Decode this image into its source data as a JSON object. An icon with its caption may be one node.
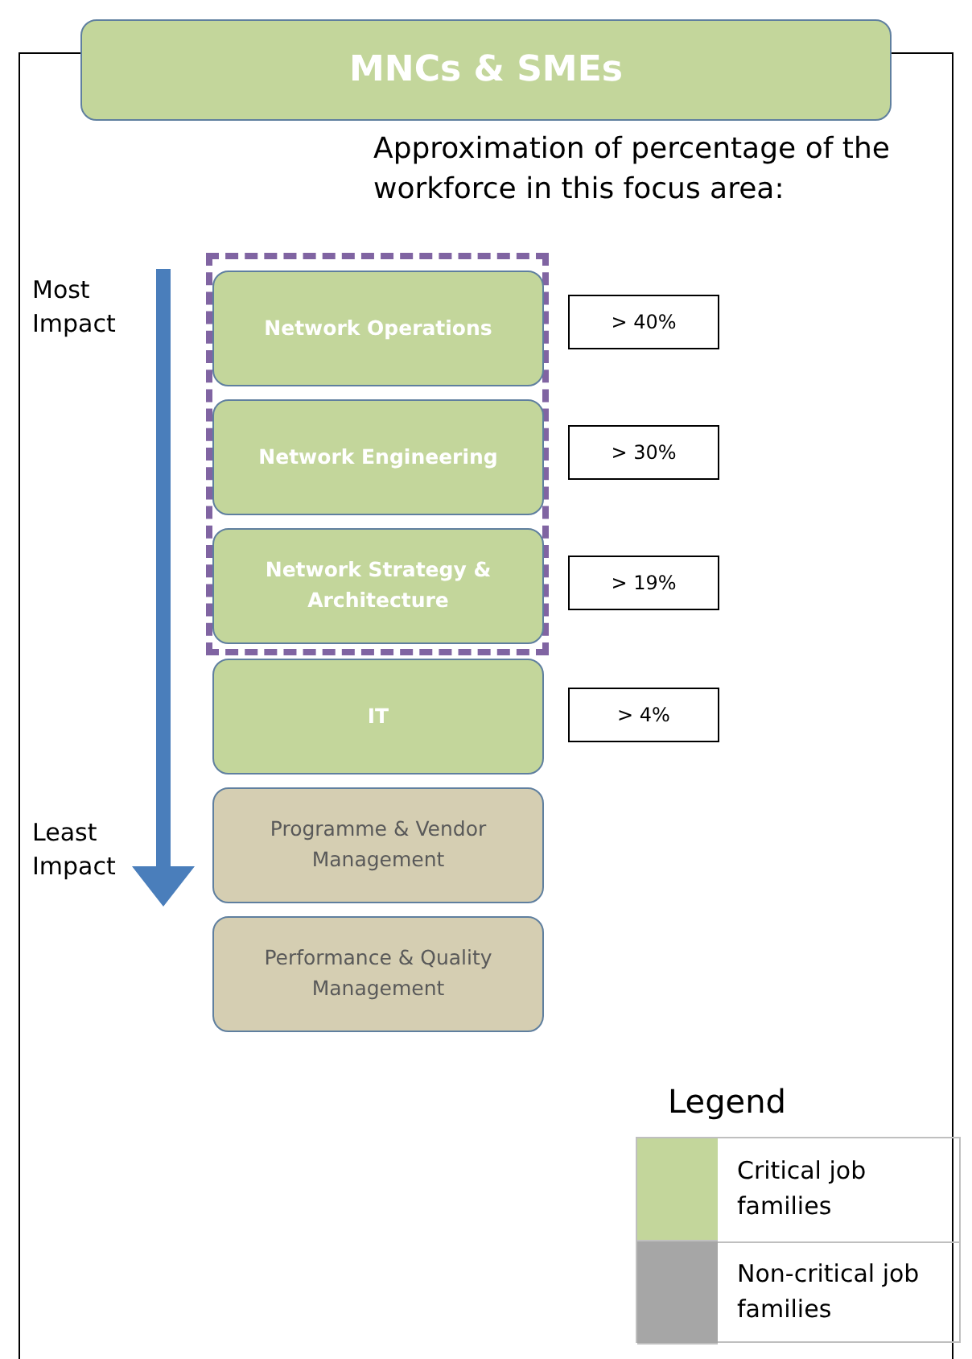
{
  "diagram": {
    "title": "MNCs & SMEs",
    "nodes": [
      {
        "text": [],
        "shape": "box"
      },
      {
        "text": [
          "Network Operations"
        ],
        "in": 0
      },
      {
        "text": [
          "> 40%"
        ]
      },
      {
        "text": [
          "Network Engineering"
        ],
        "in": 0
      },
      {
        "text": [
          "> 30%"
        ]
      },
      {
        "text": [
          "Network Strategy & Architecture"
        ],
        "in": 0
      },
      {
        "text": [
          "> 19%"
        ]
      },
      {
        "text": [
          "IT"
        ]
      },
      {
        "text": [
          "> 4%"
        ]
      },
      {
        "text": [
          "Programme & Vendor Management"
        ]
      },
      {
        "text": [
          "Performance & Quality Management"
        ]
      }
    ],
    "edges": [],
    "labels": [
      "Approximation of percentage of the workforce in this focus area:",
      "Most Impact",
      "Least Impact",
      "Legend"
    ],
    "legend": [
      {
        "text": "Critical job families",
        "color": "#c3d69b"
      },
      {
        "text": "Non-critical job families",
        "color": "#a6a6a6"
      }
    ]
  }
}
